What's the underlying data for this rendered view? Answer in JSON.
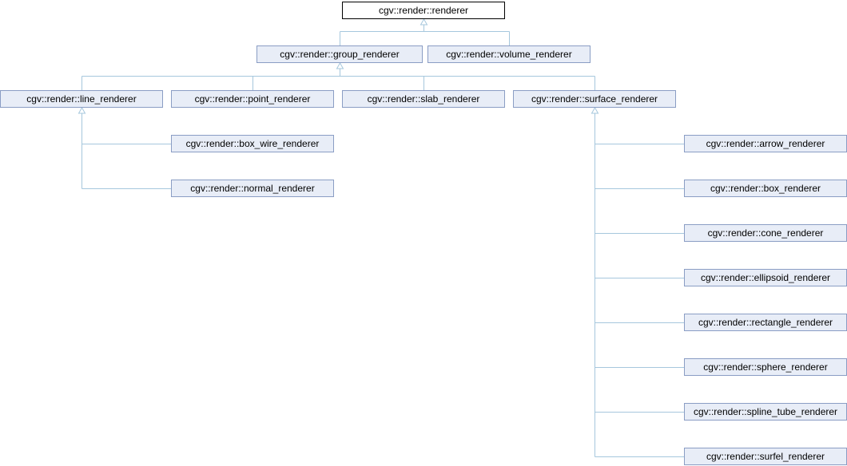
{
  "diagram": {
    "colors": {
      "edge": "#a6c7dd",
      "node_fill": "#e8edf7",
      "node_border": "#8a9dc4",
      "root_border": "#000000"
    },
    "nodes": {
      "renderer": "cgv::render::renderer",
      "group_renderer": "cgv::render::group_renderer",
      "volume_renderer": "cgv::render::volume_renderer",
      "line_renderer": "cgv::render::line_renderer",
      "point_renderer": "cgv::render::point_renderer",
      "slab_renderer": "cgv::render::slab_renderer",
      "surface_renderer": "cgv::render::surface_renderer",
      "box_wire_renderer": "cgv::render::box_wire_renderer",
      "normal_renderer": "cgv::render::normal_renderer",
      "arrow_renderer": "cgv::render::arrow_renderer",
      "box_renderer": "cgv::render::box_renderer",
      "cone_renderer": "cgv::render::cone_renderer",
      "ellipsoid_renderer": "cgv::render::ellipsoid_renderer",
      "rectangle_renderer": "cgv::render::rectangle_renderer",
      "sphere_renderer": "cgv::render::sphere_renderer",
      "spline_tube_renderer": "cgv::render::spline_tube_renderer",
      "surfel_renderer": "cgv::render::surfel_renderer"
    },
    "edges": [
      [
        "group_renderer",
        "renderer"
      ],
      [
        "volume_renderer",
        "renderer"
      ],
      [
        "line_renderer",
        "group_renderer"
      ],
      [
        "point_renderer",
        "group_renderer"
      ],
      [
        "slab_renderer",
        "group_renderer"
      ],
      [
        "surface_renderer",
        "group_renderer"
      ],
      [
        "box_wire_renderer",
        "line_renderer"
      ],
      [
        "normal_renderer",
        "line_renderer"
      ],
      [
        "arrow_renderer",
        "surface_renderer"
      ],
      [
        "box_renderer",
        "surface_renderer"
      ],
      [
        "cone_renderer",
        "surface_renderer"
      ],
      [
        "ellipsoid_renderer",
        "surface_renderer"
      ],
      [
        "rectangle_renderer",
        "surface_renderer"
      ],
      [
        "sphere_renderer",
        "surface_renderer"
      ],
      [
        "spline_tube_renderer",
        "surface_renderer"
      ],
      [
        "surfel_renderer",
        "surface_renderer"
      ]
    ]
  }
}
